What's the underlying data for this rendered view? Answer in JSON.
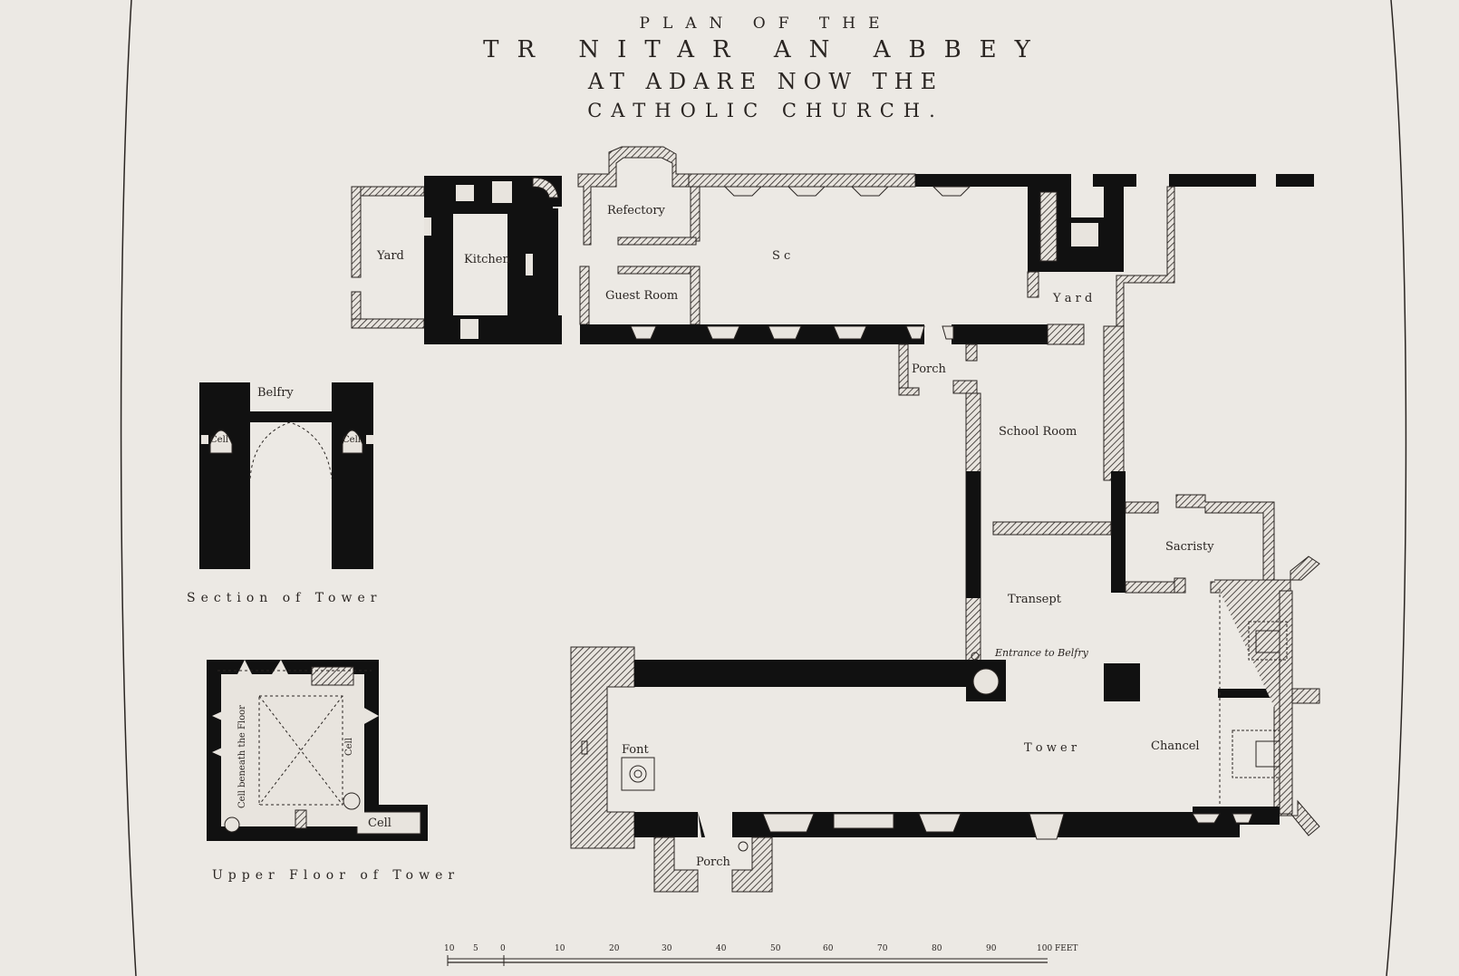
{
  "title": {
    "line1": "PLAN OF THE",
    "line2": "TR NITAR AN ABBEY",
    "line3": "AT ADARE NOW THE",
    "line4": "CATHOLIC CHURCH."
  },
  "rooms": {
    "yard_left": "Yard",
    "kitchen": "Kitchen",
    "refectory": "Refectory",
    "guest_room": "Guest Room",
    "sc": "S c",
    "yard_right": "Y a r d",
    "porch_north": "Porch",
    "school_room": "School Room",
    "sacristy": "Sacristy",
    "transept": "Transept",
    "entrance_belfry": "Entrance to Belfry",
    "font": "Font",
    "tower": "T o w e r",
    "chancel": "Chancel",
    "porch_south": "Porch"
  },
  "section": {
    "belfry": "Belfry",
    "cell_left": "Cell",
    "cell_right": "Cell",
    "caption": "Section of Tower"
  },
  "upper": {
    "cell_beneath": "Cell beneath the Floor",
    "cell_side": "Cell",
    "cell_bottom": "Cell",
    "caption": "Upper Floor of Tower"
  },
  "scale": {
    "ticks": [
      "10",
      "5",
      "0",
      "10",
      "20",
      "30",
      "40",
      "50",
      "60",
      "70",
      "80",
      "90",
      "100 FEET"
    ]
  }
}
